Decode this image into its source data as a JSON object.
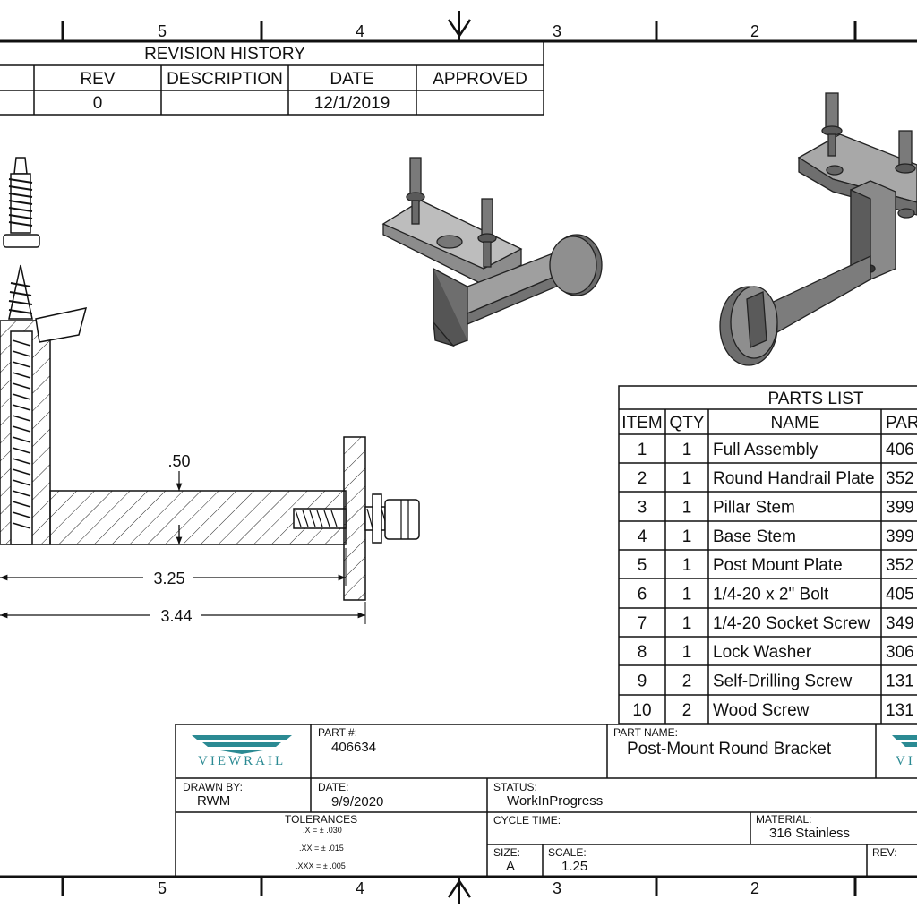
{
  "zones": {
    "top": [
      "5",
      "4",
      "3",
      "2"
    ],
    "bottom": [
      "5",
      "4",
      "3",
      "2"
    ]
  },
  "revision": {
    "title": "REVISION HISTORY",
    "headers": [
      "REV",
      "DESCRIPTION",
      "DATE",
      "APPROVED"
    ],
    "rows": [
      {
        "rev": "0",
        "description": "",
        "date": "12/1/2019",
        "approved": ""
      }
    ]
  },
  "dimensions": {
    "thickness": ".50",
    "length_inner": "3.25",
    "length_overall": "3.44"
  },
  "parts_list": {
    "title": "PARTS LIST",
    "headers": [
      "ITEM",
      "QTY",
      "NAME",
      "PAR"
    ],
    "rows": [
      {
        "item": "1",
        "qty": "1",
        "name": "Full Assembly",
        "part": "406"
      },
      {
        "item": "2",
        "qty": "1",
        "name": "Round Handrail Plate",
        "part": "352"
      },
      {
        "item": "3",
        "qty": "1",
        "name": "Pillar Stem",
        "part": "399"
      },
      {
        "item": "4",
        "qty": "1",
        "name": "Base Stem",
        "part": "399"
      },
      {
        "item": "5",
        "qty": "1",
        "name": "Post Mount Plate",
        "part": "352"
      },
      {
        "item": "6",
        "qty": "1",
        "name": "1/4-20 x 2\" Bolt",
        "part": "405"
      },
      {
        "item": "7",
        "qty": "1",
        "name": "1/4-20 Socket Screw",
        "part": "349"
      },
      {
        "item": "8",
        "qty": "1",
        "name": "Lock Washer",
        "part": "306"
      },
      {
        "item": "9",
        "qty": "2",
        "name": "Self-Drilling Screw",
        "part": "131"
      },
      {
        "item": "10",
        "qty": "2",
        "name": "Wood Screw",
        "part": "131"
      }
    ]
  },
  "title_block": {
    "logo_text": "VIEWRAIL",
    "logo_text_partial": "VI",
    "part_number_label": "PART #:",
    "part_number": "406634",
    "part_name_label": "PART NAME:",
    "part_name": "Post-Mount Round Bracket",
    "drawn_by_label": "DRAWN BY:",
    "drawn_by": "RWM",
    "date_label": "DATE:",
    "date": "9/9/2020",
    "status_label": "STATUS:",
    "status": "WorkInProgress",
    "tolerances_label": "TOLERANCES",
    "tol_x": ".X = ± .030",
    "tol_xx": ".XX = ± .015",
    "tol_xxx": ".XXX = ± .005",
    "cycle_time_label": "CYCLE TIME:",
    "material_label": "MATERIAL:",
    "material": "316 Stainless",
    "size_label": "SIZE:",
    "size": "A",
    "scale_label": "SCALE:",
    "scale": "1.25",
    "rev_label": "REV:"
  }
}
